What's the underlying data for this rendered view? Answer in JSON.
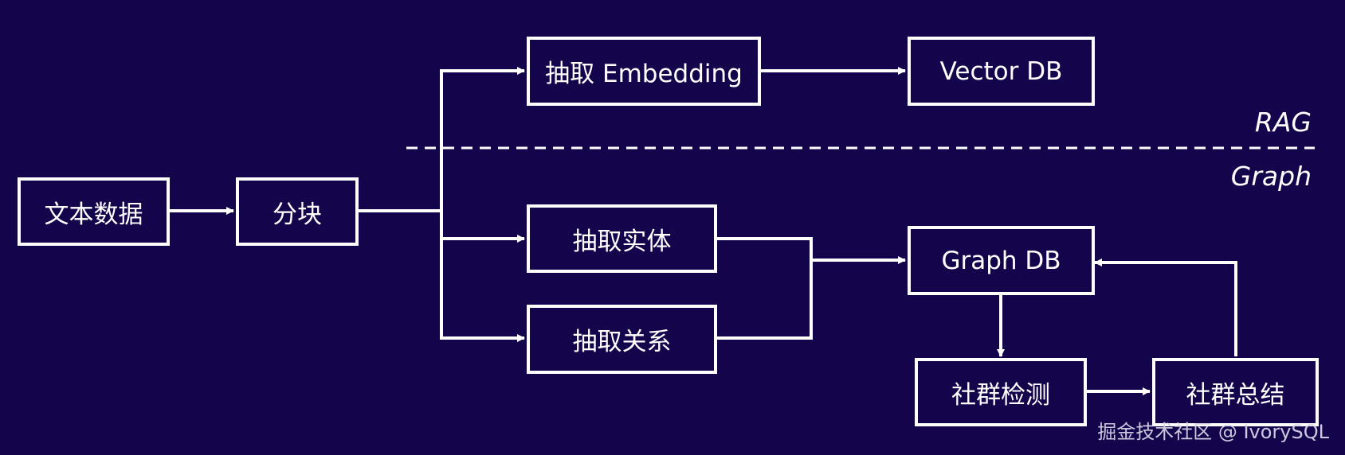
{
  "nodes": {
    "text_data": "文本数据",
    "chunk": "分块",
    "extract_embedding": "抽取 Embedding",
    "vector_db": "Vector DB",
    "extract_entity": "抽取实体",
    "extract_relation": "抽取关系",
    "graph_db": "Graph DB",
    "community_detection": "社群检测",
    "community_summary": "社群总结"
  },
  "sections": {
    "rag": "RAG",
    "graph": "Graph"
  },
  "watermark": "掘金技术社区 @ IvorySQL",
  "colors": {
    "background": "#14044c",
    "line": "#ffffff"
  }
}
